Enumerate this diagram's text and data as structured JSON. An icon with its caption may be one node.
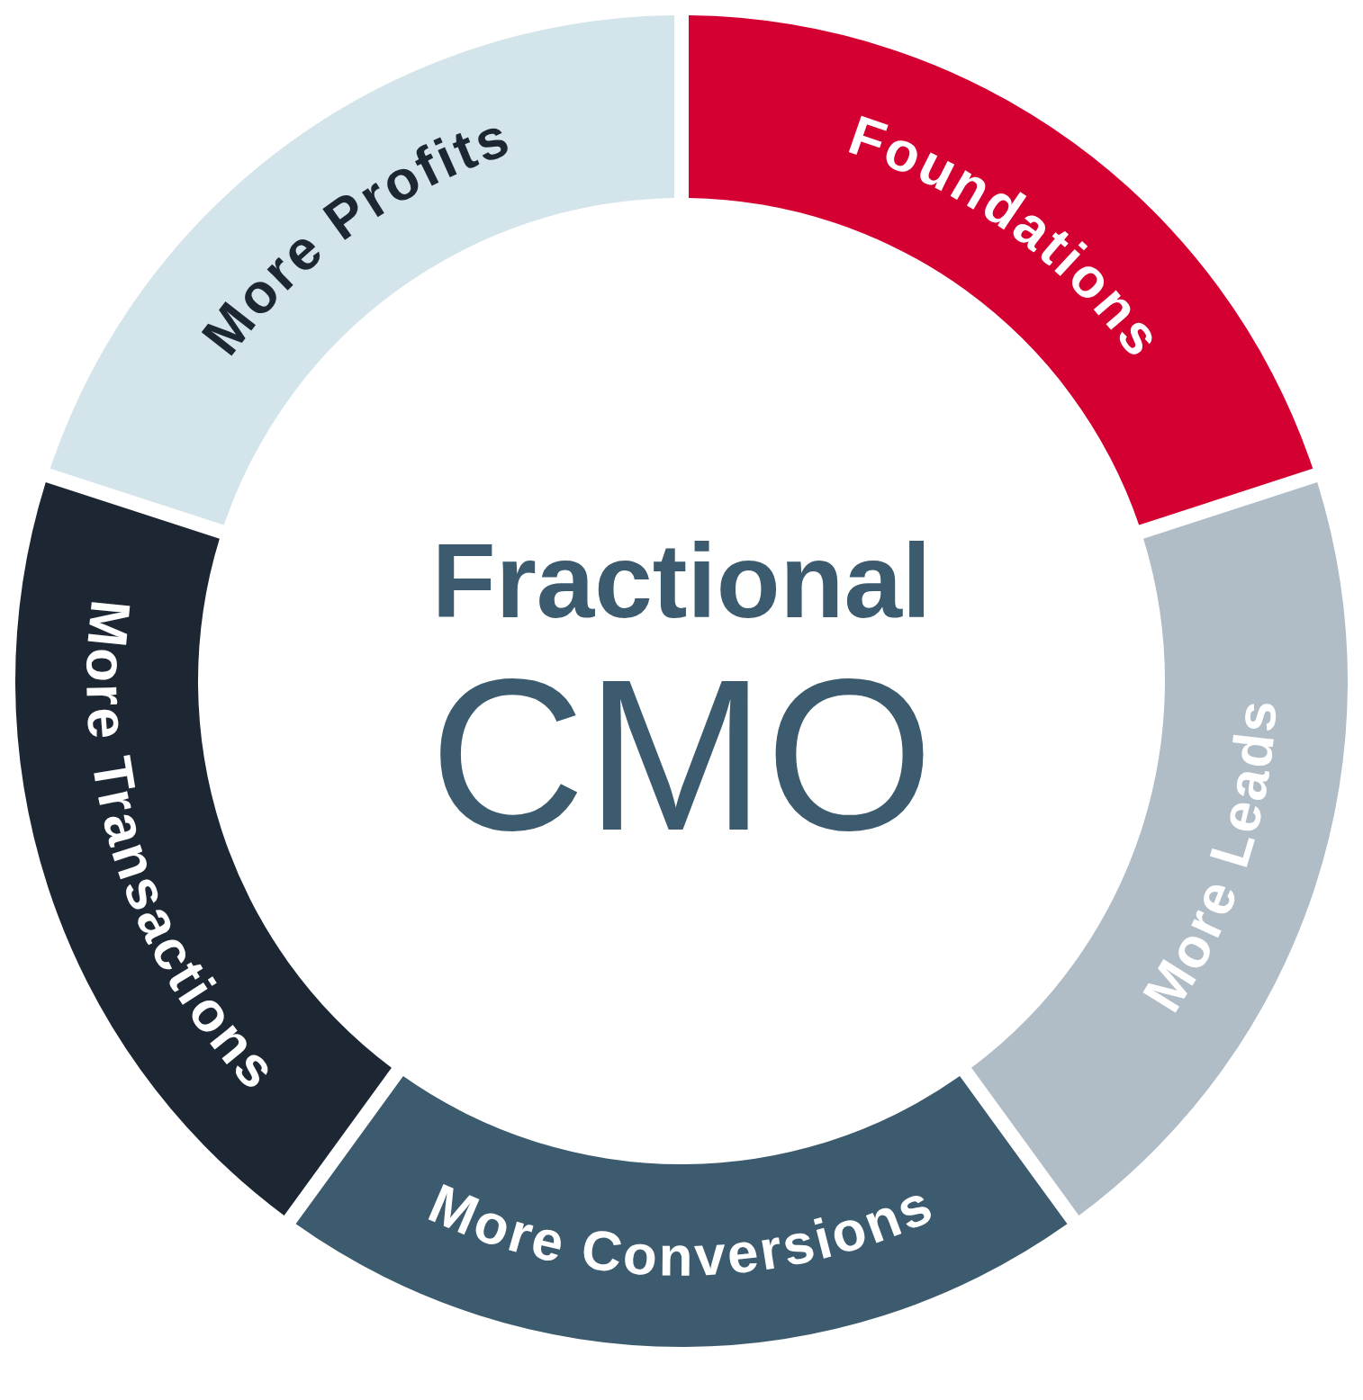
{
  "diagram": {
    "nodes": [
      {
        "text": [
          "Fractional",
          "CMO"
        ]
      },
      {
        "text": [
          "Foundations"
        ]
      },
      {
        "text": [
          "More Leads"
        ]
      },
      {
        "text": [
          "More Conversions"
        ]
      },
      {
        "text": [
          "More Transactions"
        ]
      },
      {
        "text": [
          "More Profits"
        ]
      }
    ]
  }
}
